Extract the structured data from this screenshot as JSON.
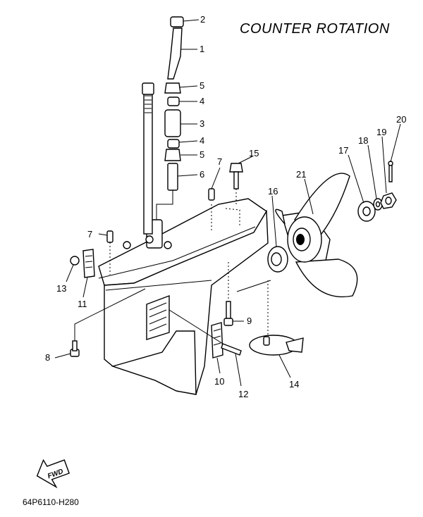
{
  "title": "COUNTER ROTATION",
  "diagram_code": "64P6110-H280",
  "fwd_label": "FWD",
  "callouts": {
    "c1": "1",
    "c2": "2",
    "c3": "3",
    "c4a": "4",
    "c4b": "4",
    "c5a": "5",
    "c5b": "5",
    "c6": "6",
    "c7a": "7",
    "c7b": "7",
    "c8": "8",
    "c9": "9",
    "c10": "10",
    "c11": "11",
    "c12": "12",
    "c13": "13",
    "c14": "14",
    "c15": "15",
    "c16": "16",
    "c17": "17",
    "c18": "18",
    "c19": "19",
    "c20": "20",
    "c21": "21"
  }
}
